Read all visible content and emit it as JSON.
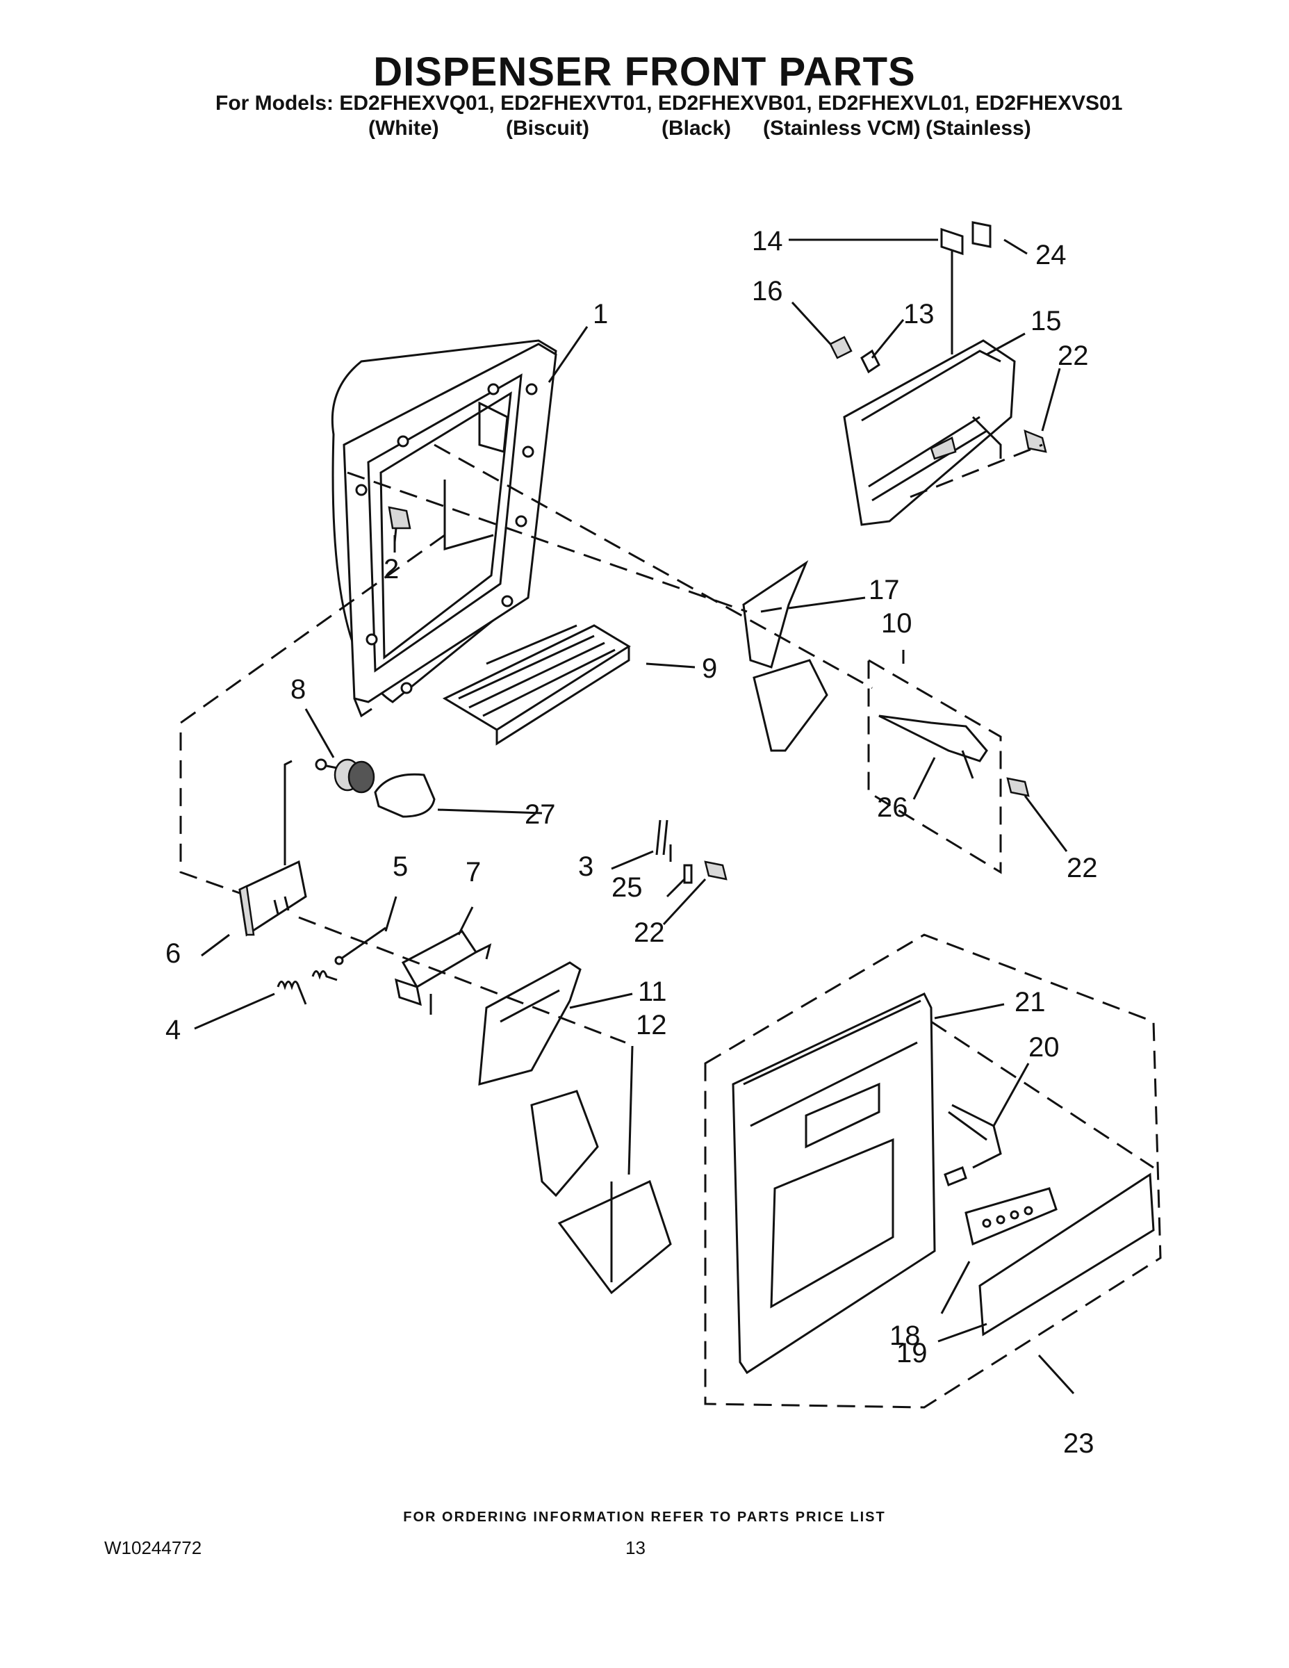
{
  "header": {
    "title": "DISPENSER FRONT PARTS",
    "models_line": "For Models: ED2FHEXVQ01, ED2FHEXVT01, ED2FHEXVB01, ED2FHEXVL01, ED2FHEXVS01",
    "colors": [
      "(White)",
      "(Biscuit)",
      "(Black)",
      "(Stainless VCM)",
      "(Stainless)"
    ]
  },
  "callouts": [
    "1",
    "2",
    "3",
    "4",
    "5",
    "6",
    "7",
    "8",
    "9",
    "10",
    "11",
    "12",
    "13",
    "14",
    "15",
    "16",
    "17",
    "18",
    "19",
    "20",
    "21",
    "22",
    "22",
    "22",
    "23",
    "24",
    "25",
    "26",
    "27"
  ],
  "footer": {
    "ordering_note": "FOR ORDERING INFORMATION REFER TO PARTS PRICE LIST",
    "doc_number": "W10244772",
    "page_number": "13"
  }
}
